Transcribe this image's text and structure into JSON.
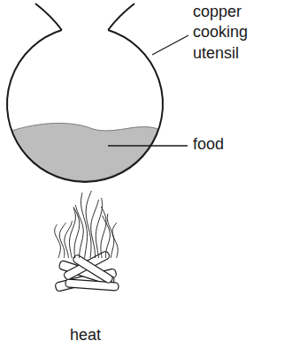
{
  "diagram": {
    "labels": [
      "copper cooking utensil",
      "food",
      "heat"
    ]
  }
}
